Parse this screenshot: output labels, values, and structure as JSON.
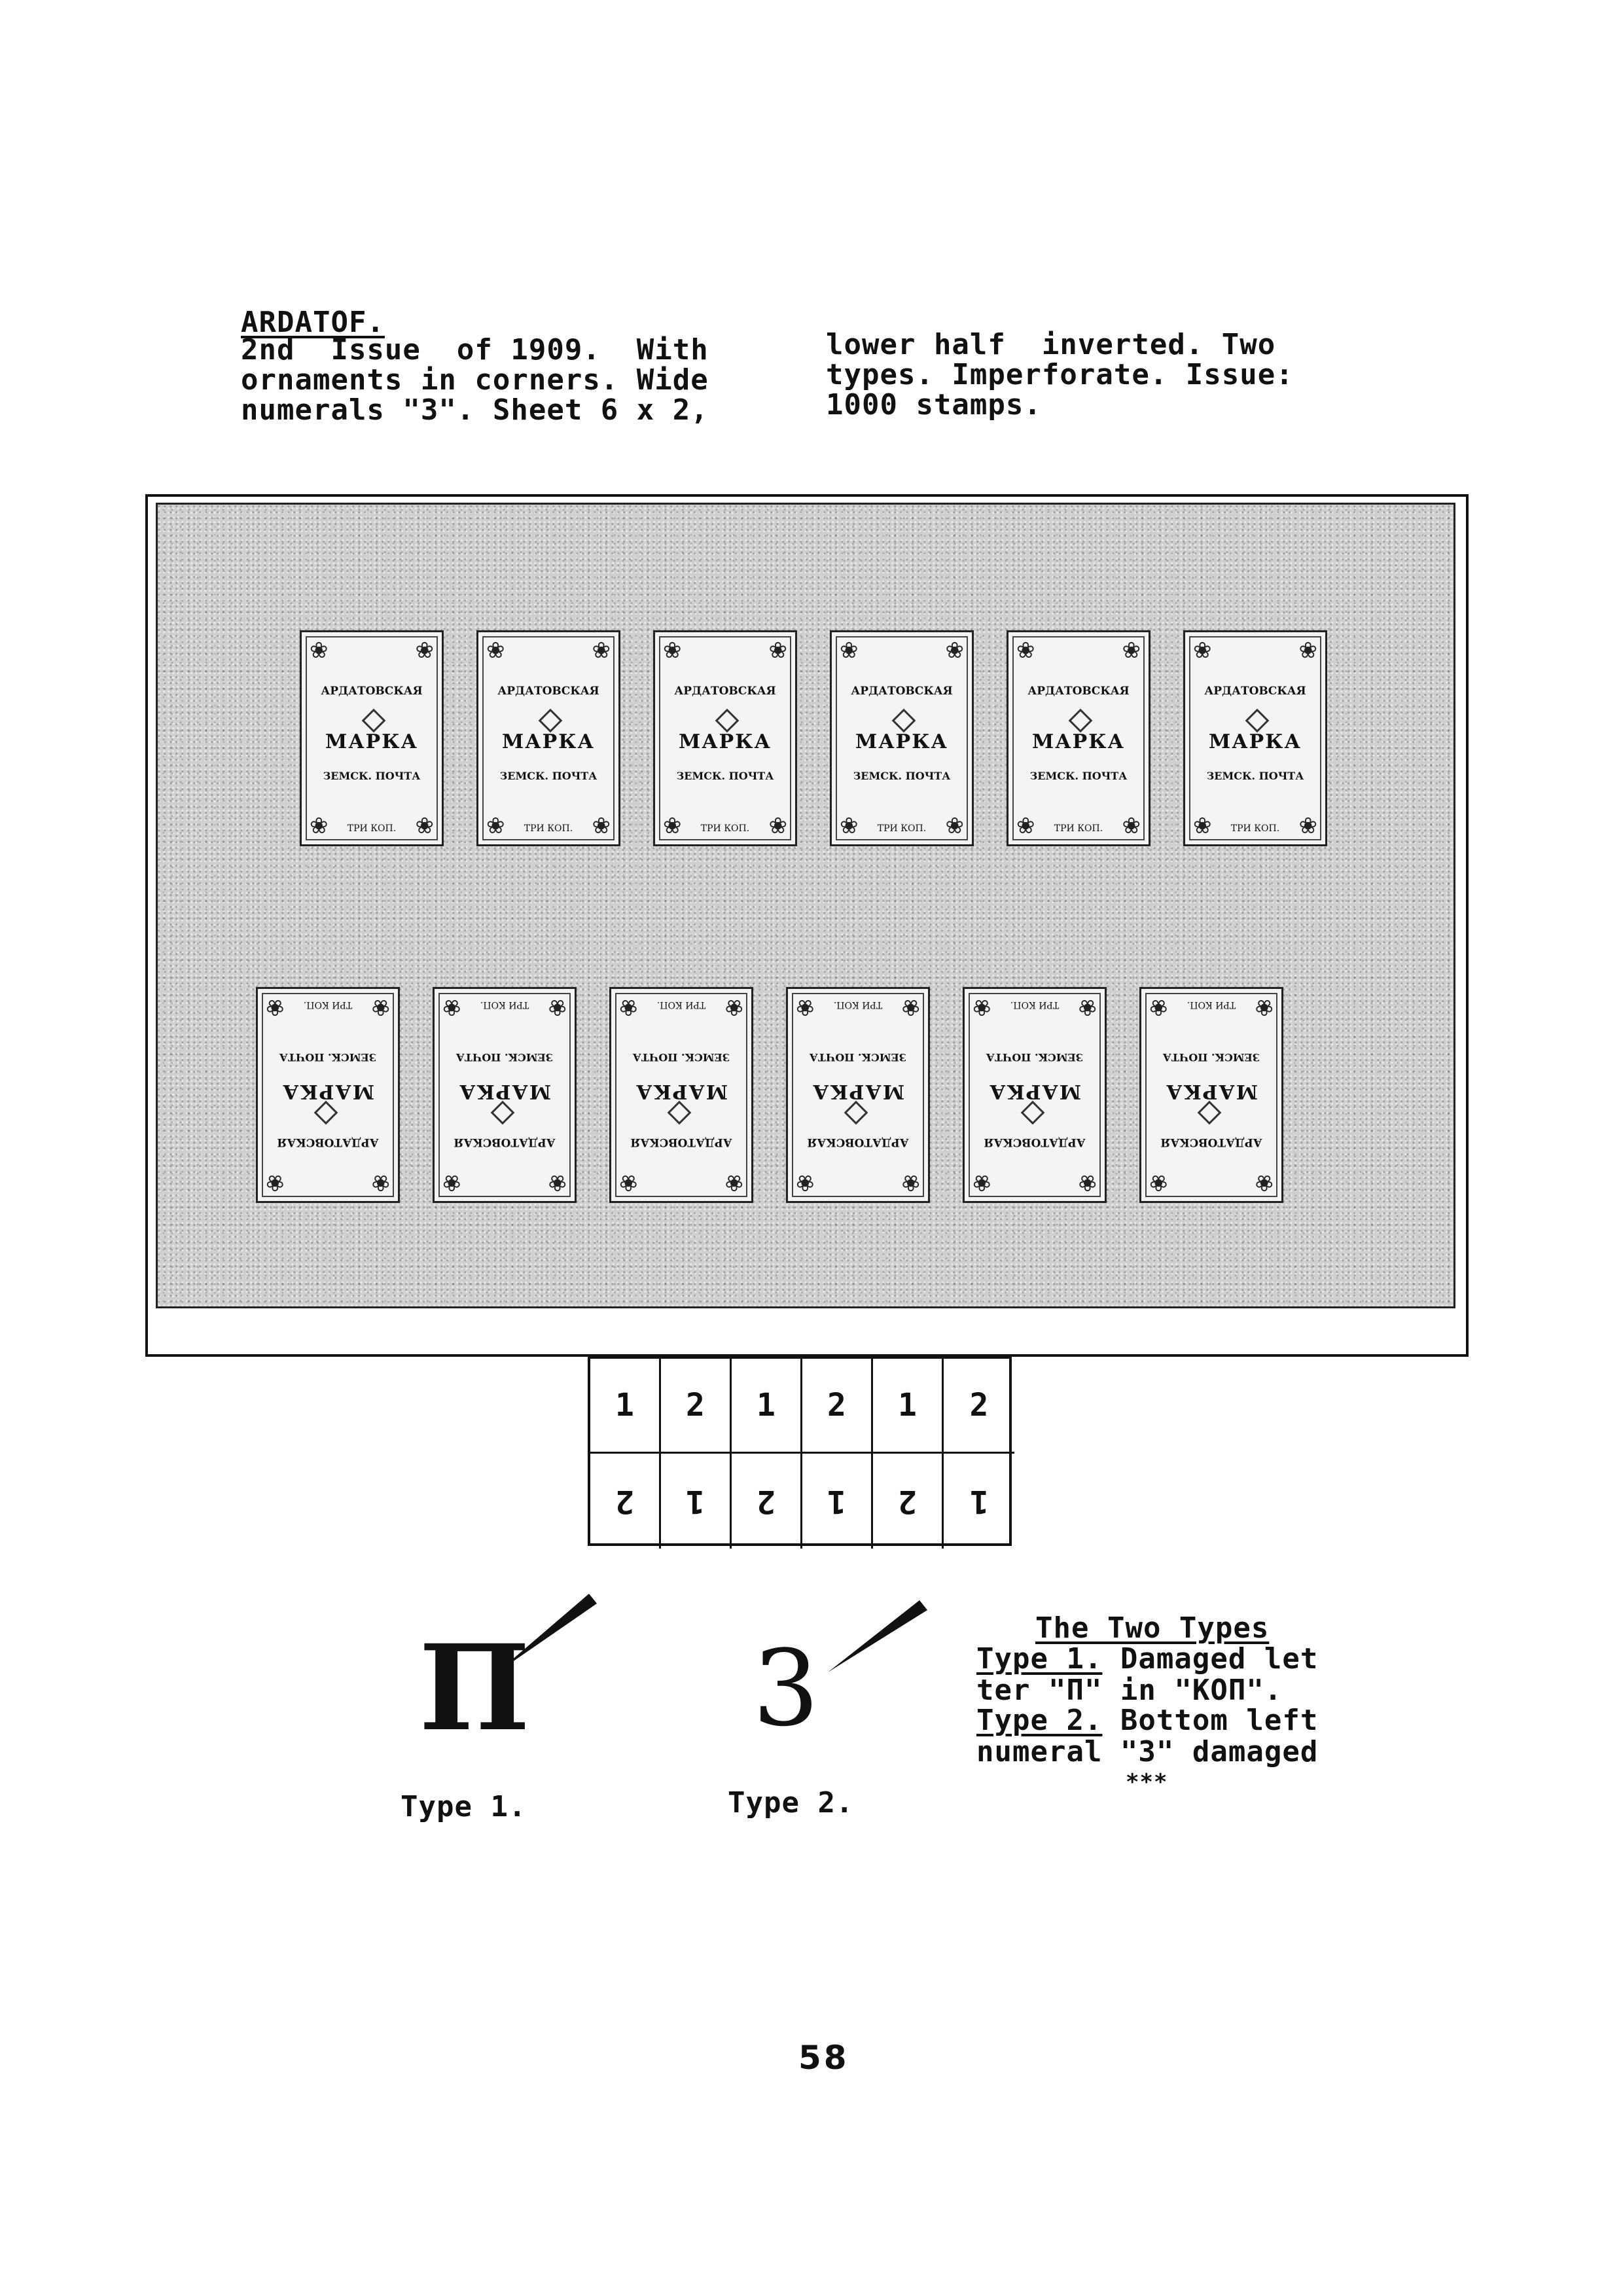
{
  "header": {
    "title": "ARDATOF.",
    "left_lines": [
      "2nd  Issue  of 1909.  With",
      "ornaments in corners. Wide",
      "numerals \"3\". Sheet 6 x 2,"
    ],
    "right_lines": [
      "lower half  inverted. Two",
      "types. Imperforate. Issue:",
      "1000 stamps."
    ]
  },
  "stamp": {
    "top_text": "АРДАТОВСКАЯ",
    "main_text": "МАРКА",
    "bottom_text": "ЗЕМСК. ПОЧТА",
    "value_text": "ТРИ КОП."
  },
  "layout_grid": {
    "top_row": [
      "1",
      "2",
      "1",
      "2",
      "1",
      "2"
    ],
    "bottom_row": [
      "2",
      "1",
      "2",
      "1",
      "2",
      "1"
    ]
  },
  "types": {
    "type1_glyph": "П",
    "type1_label": "Type 1.",
    "type2_glyph": "3",
    "type2_label": "Type 2."
  },
  "legend": {
    "heading": "The Two Types",
    "type1_term": "Type 1.",
    "type1_desc_a": " Damaged let",
    "type1_desc_b": "ter \"П\" in \"КОП\".",
    "type2_term": "Type 2.",
    "type2_desc_a": " Bottom left",
    "type2_desc_b": "numeral \"3\" damaged",
    "stars": "***"
  },
  "page_number": "58"
}
